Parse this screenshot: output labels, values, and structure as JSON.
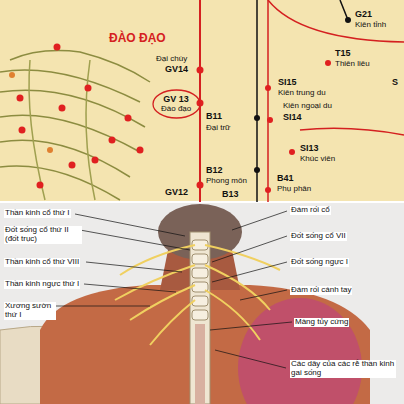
{
  "diagram": {
    "nodes": [
      {
        "text": [
          "GV 13",
          "Đào đạo"
        ]
      }
    ],
    "labels": [
      "ĐÀO ĐẠO",
      "G21",
      "Kiên tỉnh",
      "Đại chùy",
      "GV14",
      "T15",
      "Thiên liêu",
      "SI15",
      "Kiên trung du",
      "Kiên ngoại du",
      "SI14",
      "S",
      "B11",
      "Đại trữ",
      "SI13",
      "Khúc viên",
      "B12",
      "Phong môn",
      "B41",
      "Phụ phân",
      "GV12",
      "B13",
      "Thần kinh cổ thứ I",
      "Đám rối cổ",
      "Đốt sống cổ thứ II (đốt trục)",
      "Đốt sống cổ VII",
      "Thần kinh cổ thứ VIII",
      "Đốt sống ngực I",
      "Thần kinh ngực thứ I",
      "Đám rối cánh tay",
      "Xương sườn thứ I",
      "Màng tủy cứng",
      "Các dây của các rễ thần kinh gai sống"
    ]
  }
}
